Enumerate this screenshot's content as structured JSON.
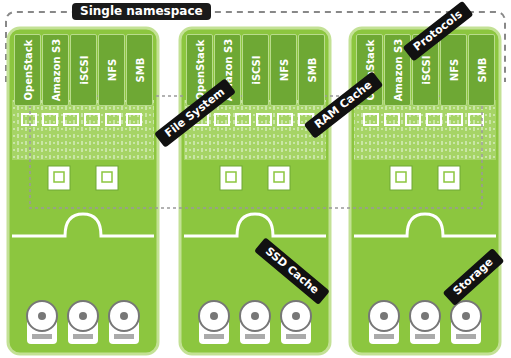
{
  "diagram": {
    "nodes": [
      {
        "text": [
          "Single namespace"
        ]
      },
      {
        "text": [
          "OpenStack"
        ],
        "in": 0
      },
      {
        "text": [
          "Amazon S3"
        ],
        "in": 0
      },
      {
        "text": [
          "iSCSI"
        ],
        "in": 0
      },
      {
        "text": [
          "NFS"
        ],
        "in": 0
      },
      {
        "text": [
          "SMB"
        ],
        "in": 0
      },
      {
        "text": [
          "OpenStack"
        ],
        "in": 0
      },
      {
        "text": [
          "Amazon S3"
        ],
        "in": 0
      },
      {
        "text": [
          "iSCSI"
        ],
        "in": 0
      },
      {
        "text": [
          "NFS"
        ],
        "in": 0
      },
      {
        "text": [
          "SMB"
        ],
        "in": 0
      },
      {
        "text": [
          "OpenStack"
        ],
        "in": 0
      },
      {
        "text": [
          "Amazon S3"
        ],
        "in": 0
      },
      {
        "text": [
          "iSCSI"
        ],
        "in": 0
      },
      {
        "text": [
          "NFS"
        ],
        "in": 0
      },
      {
        "text": [
          "SMB"
        ],
        "in": 0
      }
    ],
    "labels": [
      "Protocols",
      "File System",
      "RAM Cache",
      "SSD Cache",
      "Storage"
    ]
  }
}
